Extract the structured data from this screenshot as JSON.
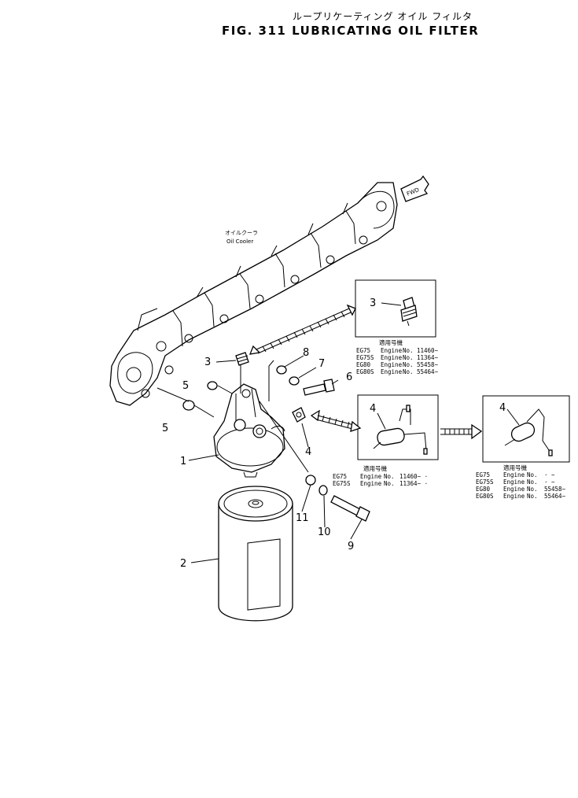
{
  "title": {
    "japanese": "ループリケーティング オイル フィルタ",
    "english": "FIG. 311  LUBRICATING OIL FILTER"
  },
  "labels": {
    "oil_cooler_jp": "オイルクーラ",
    "oil_cooler_en": "Oil Cooler",
    "fwd": "FWD"
  },
  "callouts": [
    "1",
    "2",
    "3",
    "3",
    "4",
    "4",
    "4",
    "5",
    "5",
    "6",
    "7",
    "8",
    "9",
    "10",
    "11"
  ],
  "applicability_tables": [
    {
      "header": "適用号機",
      "rows": [
        {
          "model": "EG75",
          "engine": "Engine",
          "no": "No.",
          "serial": "11460~"
        },
        {
          "model": "EG75S",
          "engine": "Engine",
          "no": "No.",
          "serial": "11364~"
        },
        {
          "model": "EG80",
          "engine": "Engine",
          "no": "No.",
          "serial": "55458~"
        },
        {
          "model": "EG80S",
          "engine": "Engine",
          "no": "No.",
          "serial": "55464~"
        }
      ]
    },
    {
      "header": "適用号機",
      "rows": [
        {
          "model": "EG75",
          "engine": "Engine",
          "no": "No.",
          "serial": "11460~ ·"
        },
        {
          "model": "EG75S",
          "engine": "Engine",
          "no": "No.",
          "serial": "11364~ ·"
        }
      ]
    },
    {
      "header": "適用号機",
      "rows": [
        {
          "model": "EG75",
          "engine": "Engine",
          "no": "No.",
          "serial": "· ~"
        },
        {
          "model": "EG75S",
          "engine": "Engine",
          "no": "No.",
          "serial": "· ~"
        },
        {
          "model": "EG80",
          "engine": "Engine",
          "no": "No.",
          "serial": "55458~"
        },
        {
          "model": "EG80S",
          "engine": "Engine",
          "no": "No.",
          "serial": "55464~"
        }
      ]
    }
  ]
}
